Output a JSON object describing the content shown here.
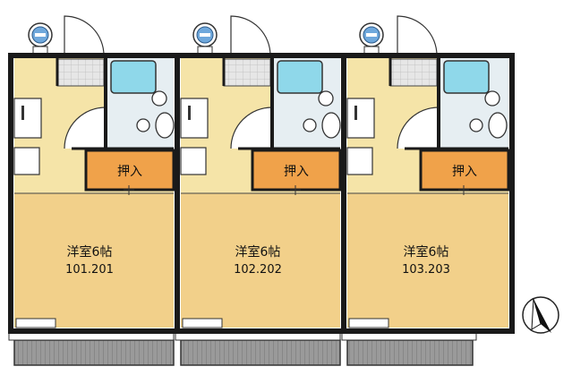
{
  "units": [
    {
      "room_label": "洋室6帖",
      "room_number": "101.201",
      "closet_label": "押入"
    },
    {
      "room_label": "洋室6帖",
      "room_number": "102.202",
      "closet_label": "押入"
    },
    {
      "room_label": "洋室6帖",
      "room_number": "103.203",
      "closet_label": "押入"
    }
  ],
  "colors": {
    "floor": "#f2d08a",
    "entry_floor": "#f5e4a8",
    "closet": "#f0a24a",
    "bath": "#8fd8ea",
    "wall": "#1a1a1a",
    "balcony": "#8c8c8c",
    "meter": "#6fa8dc"
  },
  "icons": [
    "meter-icon",
    "compass-icon",
    "toilet-icon",
    "sink-icon",
    "washer-pan-icon"
  ]
}
